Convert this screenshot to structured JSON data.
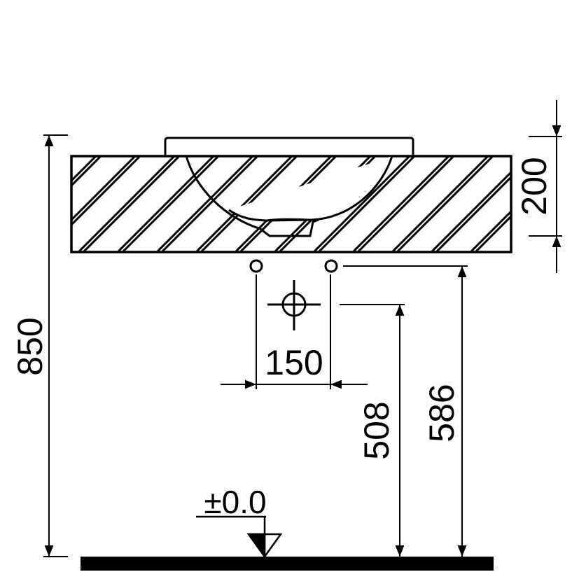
{
  "drawing": {
    "title": "Countertop washbasin installation elevation",
    "dimensions": {
      "total_height": "850",
      "counter_thickness": "200",
      "tap_hole_spacing": "150",
      "waste_height": "508",
      "tap_hole_height": "586",
      "floor_level": "±0.0"
    }
  }
}
